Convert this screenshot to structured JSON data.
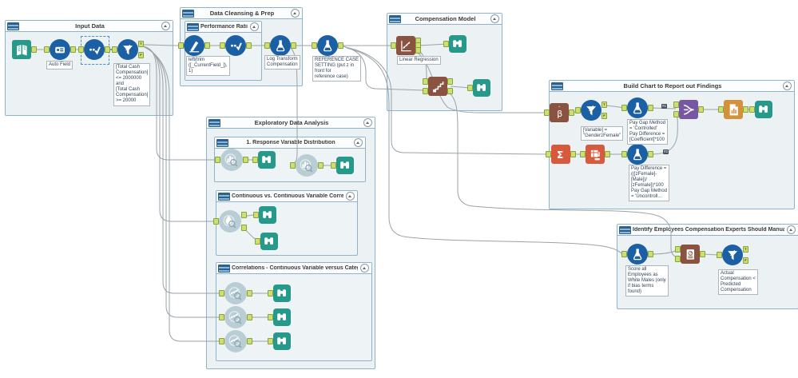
{
  "app": {
    "name": "Alteryx workflow canvas"
  },
  "containers": {
    "input_data": {
      "title": "Input Data"
    },
    "data_cleansing": {
      "title": "Data Cleansing & Prep"
    },
    "performance_rating": {
      "title": "Performance Rating"
    },
    "compensation_model": {
      "title": "Compensation Model"
    },
    "eda": {
      "title": "Exploratory Data Analysis"
    },
    "response_var": {
      "title": "1. Response Variable Distribution"
    },
    "cont_cont": {
      "title": "Continuous vs. Continuous Variable Correlations"
    },
    "cont_cat": {
      "title": "Correlations - Continuous Variable versus Categorical"
    },
    "build_chart": {
      "title": "Build Chart to Report out Findings"
    },
    "identify": {
      "title": "Identify Employees Compensation Experts Should Manually Review"
    }
  },
  "annotations": {
    "auto_field": "Auto Field",
    "filter_cash": "[Total Cash\nCompensation]\n<= 2000000\nand\n[Total Cash\nCompensation]\n>= 20000",
    "multi_field": "left(trim\n([_CurrentField_]),\n1)",
    "log_transform": "Log Transform\nCompensation",
    "reference_case": "REFERENCE CASE\nSETTING (put z in\nfront for\nreference case)",
    "linear_regression": "Linear Regression",
    "variable_filter": "[Variable] =\n\"GenderzFemale\"",
    "pay_gap_controlled": "Pay Gap Method\n= 'Controlled'\nPay Difference =\n[Coefficient]*100",
    "pay_gap_uncontrolled": "Pay Difference =\n(([zFemale]-\n[Male])/\n[zFemale])*100\nPay Gap Method\n= 'Uncontroll...",
    "score_all": "Score all\nEmployees as\nWhite Males (only\nif bias terms\nfound)",
    "actual_vs_predicted": "Actual\nCompensation <\nPredicted\nCompensation"
  },
  "ports": {
    "t": "T",
    "f": "F"
  },
  "badges": {
    "b1": "#1",
    "b2": "#2"
  },
  "icons": {
    "input-data-icon": "open book",
    "auto-field-icon": "auto field card",
    "select-icon": "dots with checkmark",
    "filter-icon": "funnel",
    "multi-field-formula-icon": "pen",
    "formula-flask-icon": "flask",
    "linear-regression-icon": "fitted line chart",
    "score-icon": "step line",
    "score-page-icon": "scored document",
    "model-coefficients-icon": "beta hat",
    "summarize-icon": "sigma",
    "crosstab-icon": "pivot table",
    "union-icon": "merging streams",
    "interactive-chart-icon": "chart page",
    "field-summary-icon": "histogram magnifier",
    "association-icon": "droplet magnifier",
    "scatterplot-icon": "scatter magnifier",
    "browse-icon": "binoculars",
    "container-icon": "striped container chip",
    "collapse-icon": "caret up"
  },
  "colors": {
    "tool_blue": "#1b5fa5",
    "browse_teal": "#27998a",
    "predictive_brown": "#8a5240",
    "transform_orange": "#d85a3d",
    "join_purple": "#7757a3",
    "report_tan": "#d3913c",
    "faded_tool": "#b9cdd5",
    "port_green": "#cede6f",
    "wire_gray": "#9aa3a8",
    "wire_selected": "#5b6fd6",
    "container_border": "#8fb3cb",
    "container_fill": "#ecf1f3"
  }
}
